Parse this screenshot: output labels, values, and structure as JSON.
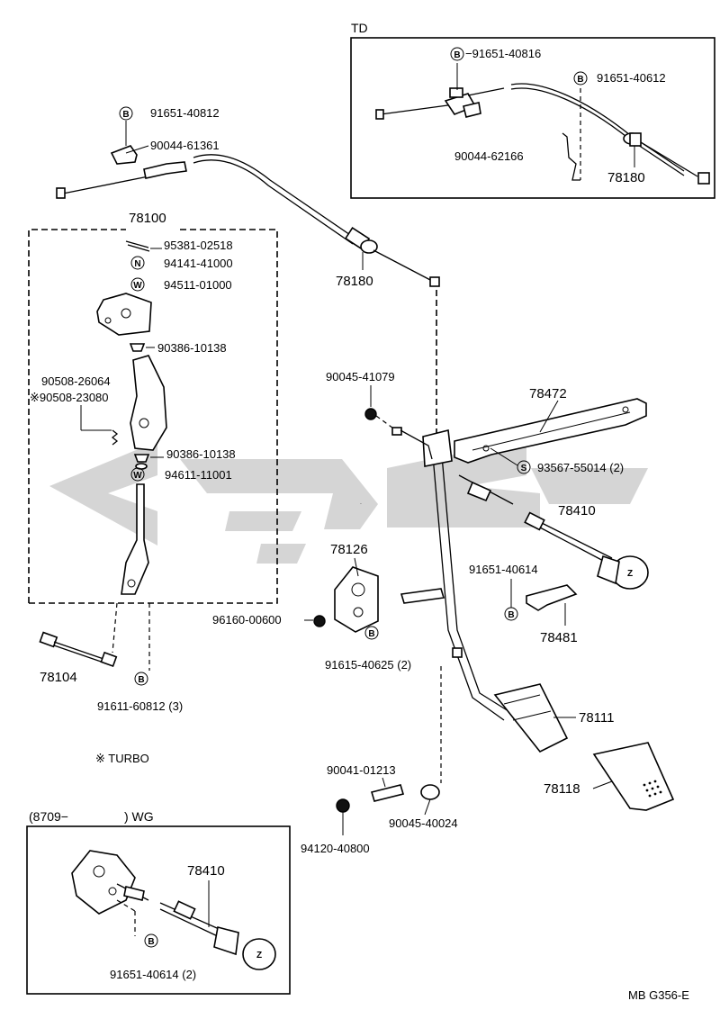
{
  "sections": {
    "td_title": "TD",
    "assy_78100_title": "78100",
    "turbo_note": "※ TURBO",
    "wg_title_left": "(8709−",
    "wg_title_right": ") WG"
  },
  "callouts": [
    {
      "id": "td_91651_40816",
      "symbol": "B",
      "text": "−91651-40816"
    },
    {
      "id": "td_91651_40612",
      "symbol": "B",
      "text": "91651-40612"
    },
    {
      "id": "td_90044_62166",
      "text": "90044-62166"
    },
    {
      "id": "td_78180",
      "text": "78180"
    },
    {
      "id": "c_91651_40812",
      "symbol": "B",
      "text": "91651-40812"
    },
    {
      "id": "c_90044_61361",
      "text": "90044-61361"
    },
    {
      "id": "c_78180",
      "text": "78180"
    },
    {
      "id": "c_95381_02518",
      "text": "95381-02518"
    },
    {
      "id": "c_94141_41000",
      "symbol": "N",
      "text": "94141-41000"
    },
    {
      "id": "c_94511_01000",
      "symbol": "W",
      "text": "94511-01000"
    },
    {
      "id": "c_90386_10138_a",
      "text": "90386-10138"
    },
    {
      "id": "c_90508_26064",
      "text": "90508-26064"
    },
    {
      "id": "c_90508_23080",
      "text": "※90508-23080"
    },
    {
      "id": "c_90386_10138_b",
      "text": "90386-10138"
    },
    {
      "id": "c_94611_11001",
      "symbol": "W",
      "text": "94611-11001"
    },
    {
      "id": "c_78104",
      "text": "78104"
    },
    {
      "id": "c_91611_60812",
      "symbol": "B",
      "text": "91611-60812 (3)"
    },
    {
      "id": "c_90045_41079",
      "text": "90045-41079"
    },
    {
      "id": "c_78472",
      "text": "78472"
    },
    {
      "id": "c_93567_55014",
      "symbol": "S",
      "text": "93567-55014 (2)"
    },
    {
      "id": "c_78410",
      "text": "78410"
    },
    {
      "id": "c_78126",
      "text": "78126"
    },
    {
      "id": "c_96160_00600",
      "text": "96160-00600"
    },
    {
      "id": "c_91615_40625",
      "symbol": "B",
      "text": "91615-40625 (2)"
    },
    {
      "id": "c_91651_40614",
      "symbol": "B",
      "text": "91651-40614"
    },
    {
      "id": "c_78481",
      "text": "78481"
    },
    {
      "id": "c_78111",
      "text": "78111"
    },
    {
      "id": "c_78118",
      "text": "78118"
    },
    {
      "id": "c_90041_01213",
      "text": "90041-01213"
    },
    {
      "id": "c_90045_40024",
      "text": "90045-40024"
    },
    {
      "id": "c_94120_40800",
      "text": "94120-40800"
    },
    {
      "id": "wg_78410",
      "text": "78410"
    },
    {
      "id": "wg_91651_40614",
      "symbol": "B",
      "text": "91651-40614 (2)"
    }
  ],
  "watermark": "گیگ",
  "diagram_code": "MB G356-E"
}
